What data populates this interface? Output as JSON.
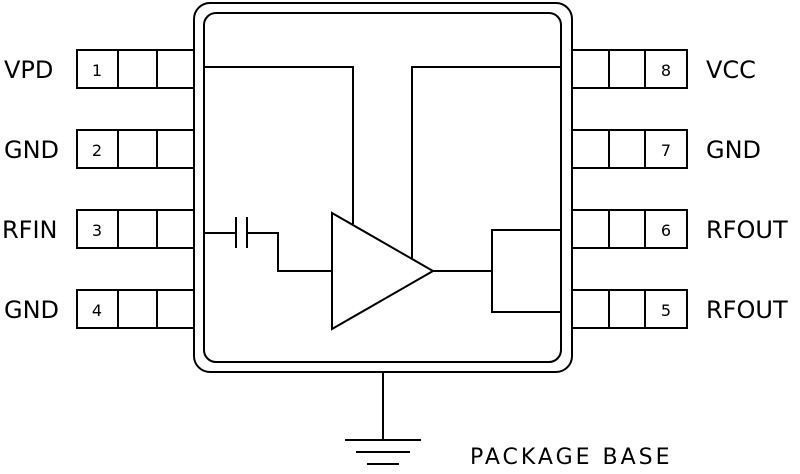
{
  "pins": {
    "left": [
      {
        "number": "1",
        "name": "VPD"
      },
      {
        "number": "2",
        "name": "GND"
      },
      {
        "number": "3",
        "name": "RFIN"
      },
      {
        "number": "4",
        "name": "GND"
      }
    ],
    "right": [
      {
        "number": "8",
        "name": "VCC"
      },
      {
        "number": "7",
        "name": "GND"
      },
      {
        "number": "6",
        "name": "RFOUT"
      },
      {
        "number": "5",
        "name": "RFOUT"
      }
    ]
  },
  "ground_label": "PACKAGE BASE"
}
